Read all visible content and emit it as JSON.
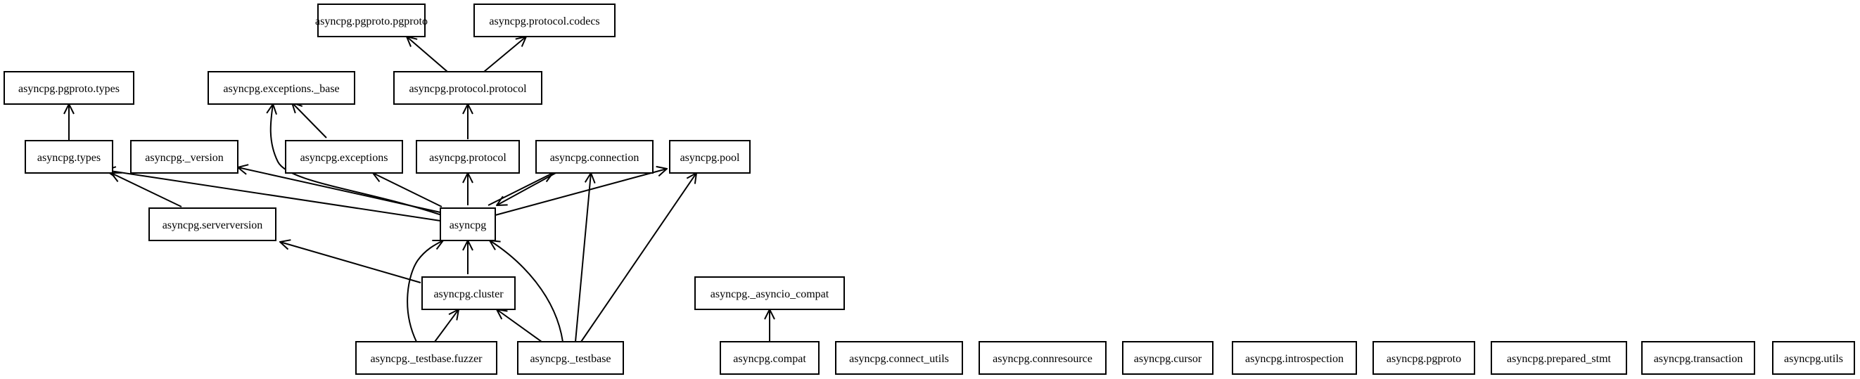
{
  "diagram": {
    "nodes": {
      "pgproto_pgproto": "asyncpg.pgproto.pgproto",
      "protocol_codecs": "asyncpg.protocol.codecs",
      "pgproto_types": "asyncpg.pgproto.types",
      "exceptions_base": "asyncpg.exceptions._base",
      "protocol_protocol": "asyncpg.protocol.protocol",
      "types": "asyncpg.types",
      "version": "asyncpg._version",
      "exceptions": "asyncpg.exceptions",
      "protocol": "asyncpg.protocol",
      "connection": "asyncpg.connection",
      "pool": "asyncpg.pool",
      "serverversion": "asyncpg.serverversion",
      "asyncpg": "asyncpg",
      "cluster": "asyncpg.cluster",
      "asyncio_compat": "asyncpg._asyncio_compat",
      "testbase_fuzzer": "asyncpg._testbase.fuzzer",
      "testbase": "asyncpg._testbase",
      "compat": "asyncpg.compat",
      "connect_utils": "asyncpg.connect_utils",
      "connresource": "asyncpg.connresource",
      "cursor": "asyncpg.cursor",
      "introspection": "asyncpg.introspection",
      "pgproto": "asyncpg.pgproto",
      "prepared_stmt": "asyncpg.prepared_stmt",
      "transaction": "asyncpg.transaction",
      "utils": "asyncpg.utils"
    },
    "edges": [
      [
        "protocol_protocol",
        "pgproto_pgproto"
      ],
      [
        "protocol_protocol",
        "protocol_codecs"
      ],
      [
        "types",
        "pgproto_types"
      ],
      [
        "exceptions",
        "exceptions_base"
      ],
      [
        "protocol",
        "protocol_protocol"
      ],
      [
        "asyncpg",
        "exceptions_base"
      ],
      [
        "asyncpg",
        "types"
      ],
      [
        "asyncpg",
        "version"
      ],
      [
        "asyncpg",
        "exceptions"
      ],
      [
        "asyncpg",
        "protocol"
      ],
      [
        "asyncpg",
        "connection"
      ],
      [
        "connection",
        "asyncpg"
      ],
      [
        "asyncpg",
        "pool"
      ],
      [
        "serverversion",
        "types"
      ],
      [
        "cluster",
        "serverversion"
      ],
      [
        "cluster",
        "asyncpg"
      ],
      [
        "testbase_fuzzer",
        "asyncpg"
      ],
      [
        "testbase_fuzzer",
        "cluster"
      ],
      [
        "testbase",
        "cluster"
      ],
      [
        "testbase",
        "asyncpg"
      ],
      [
        "testbase",
        "connection"
      ],
      [
        "testbase",
        "pool"
      ],
      [
        "compat",
        "asyncio_compat"
      ]
    ]
  }
}
